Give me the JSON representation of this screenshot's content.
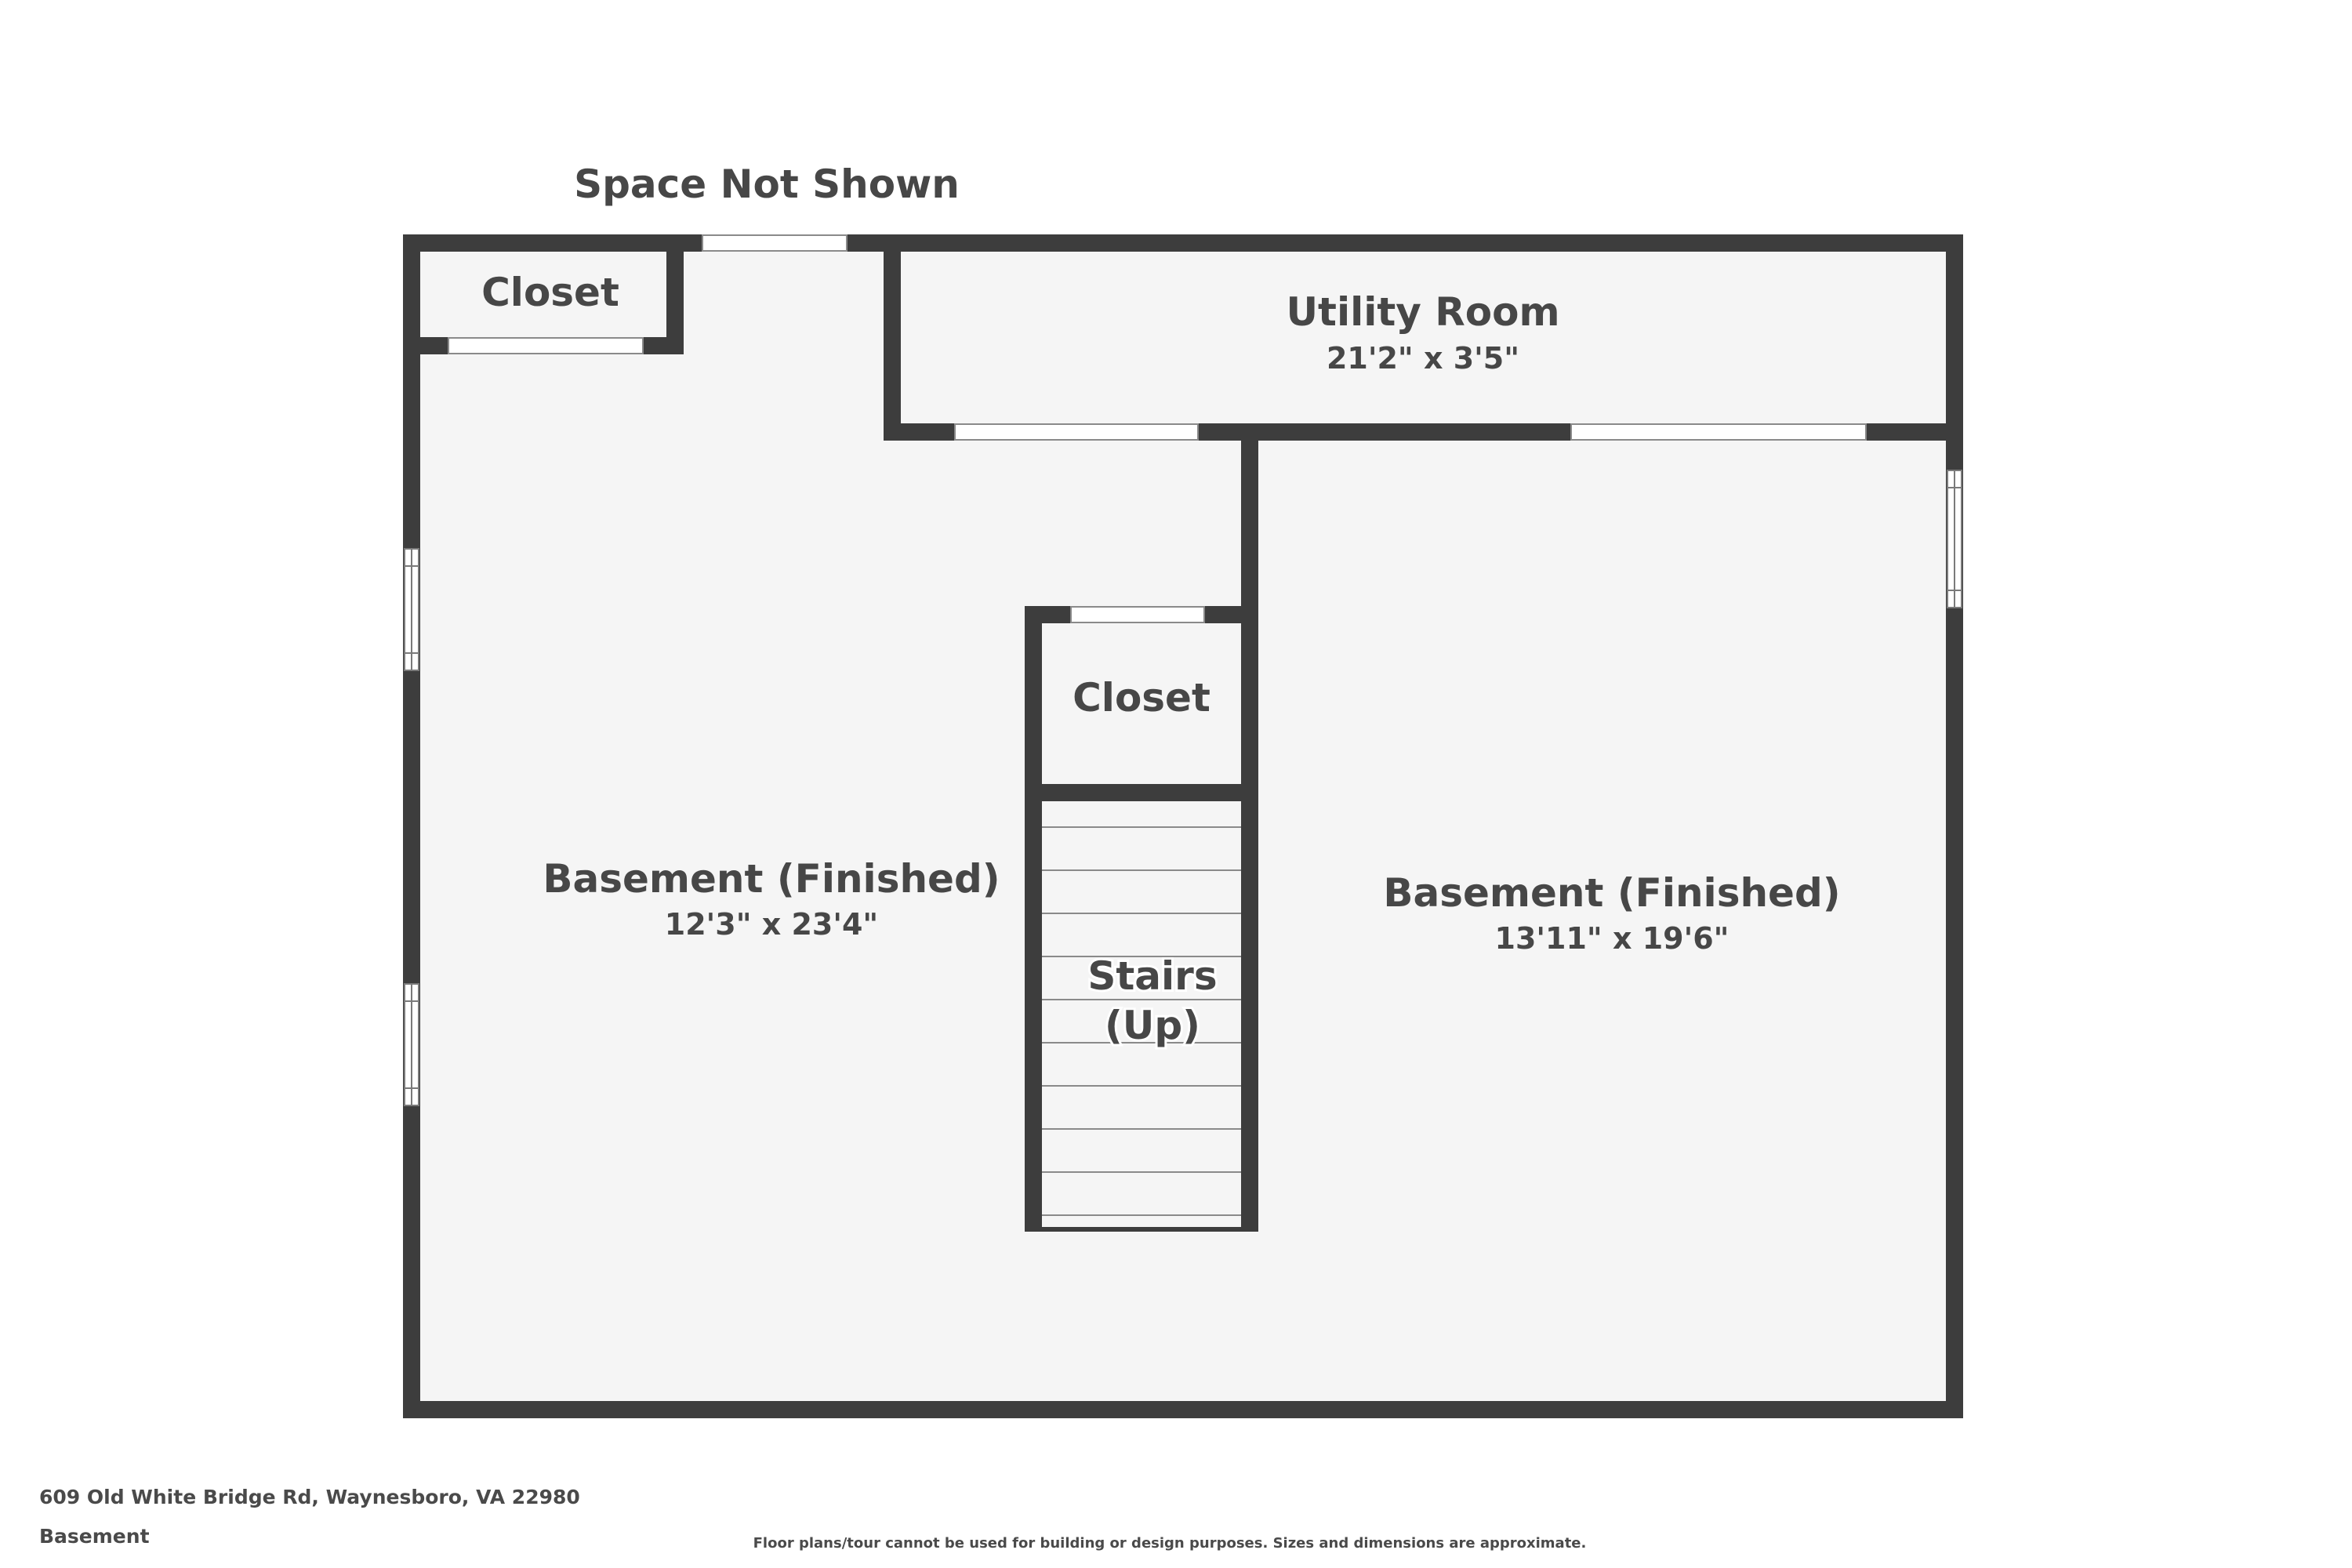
{
  "floorplan": {
    "space_not_shown": "Space Not Shown",
    "rooms": {
      "closet_top": {
        "name": "Closet"
      },
      "utility": {
        "name": "Utility Room",
        "dims": "21'2\" x 3'5\""
      },
      "basement_left": {
        "name": "Basement (Finished)",
        "dims": "12'3\" x 23'4\""
      },
      "basement_right": {
        "name": "Basement (Finished)",
        "dims": "13'11\" x 19'6\""
      },
      "closet_mid": {
        "name": "Closet"
      },
      "stairs": {
        "line1": "Stairs",
        "line2": "(Up)"
      }
    }
  },
  "footer": {
    "address": "609 Old White Bridge Rd, Waynesboro, VA 22980",
    "level": "Basement",
    "disclaimer": "Floor plans/tour cannot be used for building or design purposes. Sizes and dimensions are approximate."
  },
  "colors": {
    "wall": "#3d3d3d",
    "floor": "#f5f5f5",
    "text": "#474747",
    "background": "#ffffff"
  }
}
